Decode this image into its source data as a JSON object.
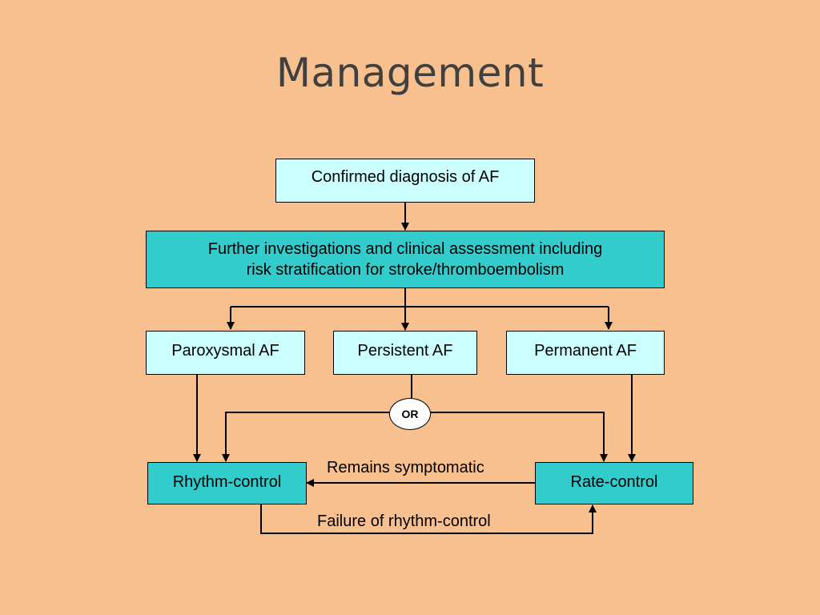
{
  "title": "Management",
  "nodes": {
    "confirmed": "Confirmed diagnosis of AF",
    "investigations_line1": "Further investigations and clinical assessment including",
    "investigations_line2": "risk stratification for stroke/thromboembolism",
    "paroxysmal": "Paroxysmal AF",
    "persistent": "Persistent AF",
    "permanent": "Permanent AF",
    "or": "OR",
    "rhythm": "Rhythm-control",
    "rate": "Rate-control"
  },
  "edges": {
    "remains_symptomatic": "Remains symptomatic",
    "failure_rhythm": "Failure of rhythm-control"
  }
}
